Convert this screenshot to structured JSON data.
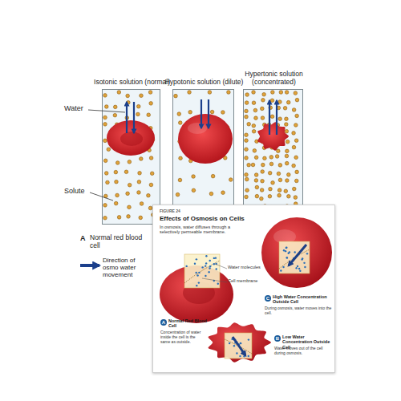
{
  "diagram": {
    "nodes": [
      {
        "text": [
          "Isotonic solution (normal)"
        ]
      },
      {
        "text": [
          "Hypotonic solution (dilute)"
        ]
      },
      {
        "text": [
          "Hypertonic solution (concentrated)"
        ]
      },
      {
        "text": [
          "FIGURE 24",
          "Effects of Osmosis on Cells",
          "In osmosis, water diffuses through a selectively permeable membrane."
        ]
      }
    ],
    "labels": [
      "Water",
      "Solute",
      "A",
      "Normal red blood cell",
      "Water molecules",
      "Cell membrane",
      "A",
      "Normal Red Blood Cell",
      "Concentration of water inside the cell is the same as outside.",
      "C",
      "High Water Concentration Outside Cell",
      "During osmosis, water moves into the cell.",
      "B",
      "Low Water Concentration Outside Cell",
      "Water moves out of the cell during osmosis."
    ],
    "legend": [
      {
        "text": "Direction of osmo water movement"
      }
    ]
  }
}
